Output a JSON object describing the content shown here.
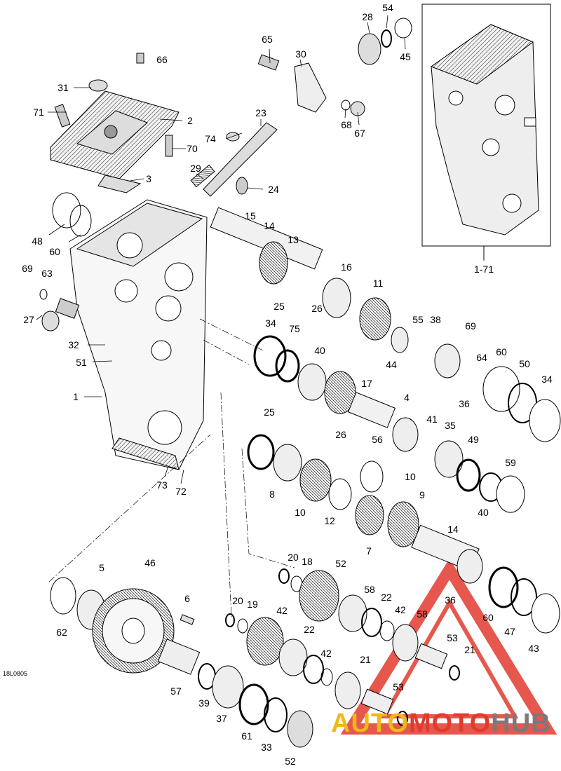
{
  "figure_code": "18L0805",
  "watermark": {
    "part1": "AUTO",
    "part2": "MOTO",
    "part3": "HUB",
    "colors": {
      "auto": "#f0b81a",
      "moto": "#e23a2e",
      "hub": "#7a7a7a",
      "triangle": "#e23a2e"
    }
  },
  "inset_label": "1-71",
  "callouts": [
    "66",
    "31",
    "71",
    "2",
    "70",
    "3",
    "48",
    "60",
    "69",
    "63",
    "27",
    "32",
    "51",
    "1",
    "73",
    "72",
    "65",
    "30",
    "74",
    "23",
    "68",
    "67",
    "29",
    "24",
    "28",
    "54",
    "45",
    "15",
    "14",
    "13",
    "16",
    "11",
    "25",
    "26",
    "34",
    "75",
    "40",
    "17",
    "4",
    "55",
    "38",
    "44",
    "69",
    "64",
    "36",
    "60",
    "50",
    "34",
    "25",
    "26",
    "56",
    "41",
    "35",
    "49",
    "59",
    "40",
    "8",
    "10",
    "10",
    "12",
    "7",
    "9",
    "14",
    "36",
    "60",
    "47",
    "43",
    "5",
    "46",
    "62",
    "6",
    "57",
    "39",
    "37",
    "61",
    "33",
    "52",
    "20",
    "18",
    "52",
    "20",
    "19",
    "42",
    "58",
    "22",
    "42",
    "58",
    "22",
    "42",
    "21",
    "53",
    "21",
    "53"
  ]
}
